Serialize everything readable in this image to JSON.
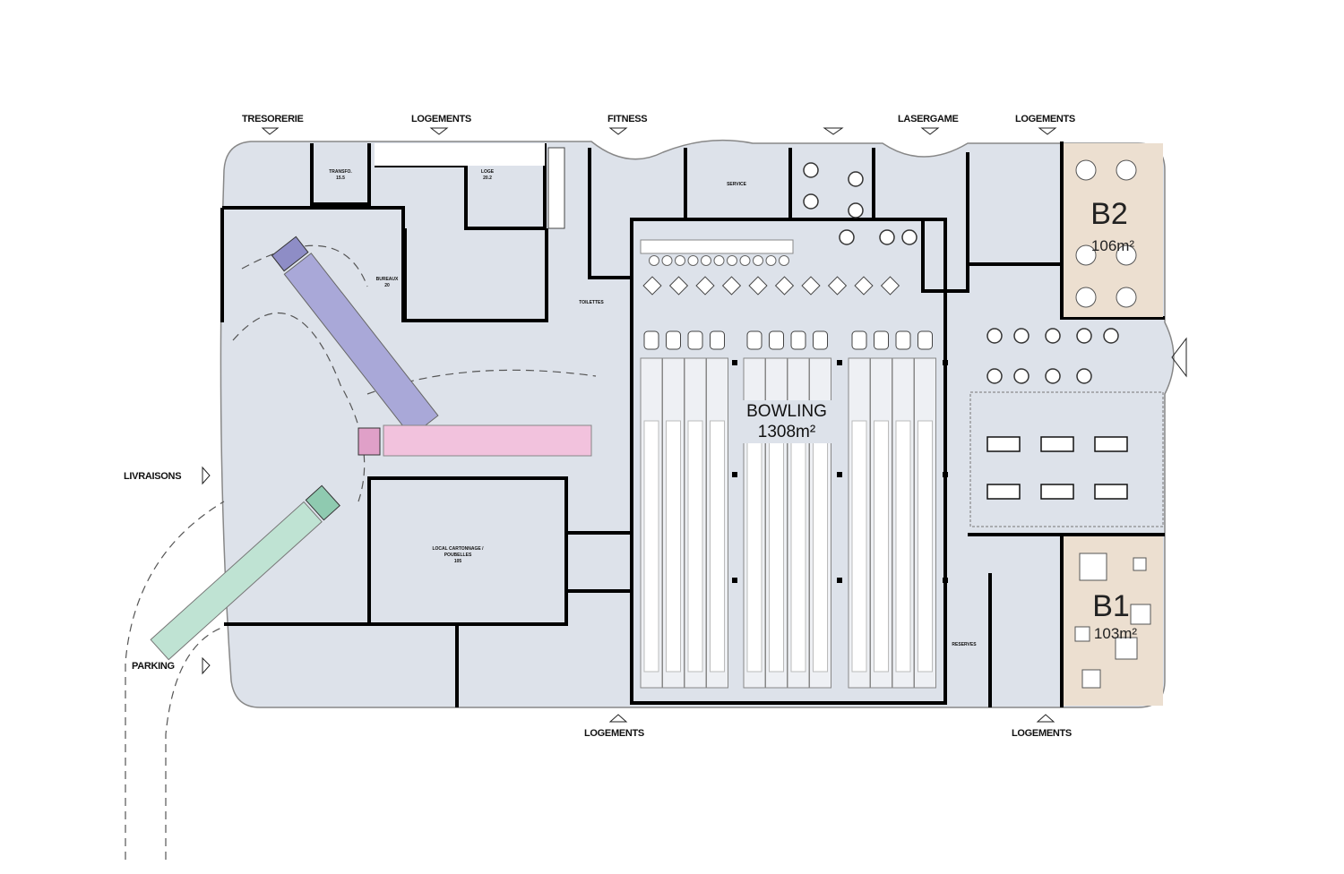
{
  "plan": {
    "colors": {
      "floor": "#dde2ea",
      "bay": "#ecdfd0",
      "truck_purple": "#a9a8d8",
      "truck_pink": "#f2c2dd",
      "truck_green": "#bfe3d3",
      "wall": "#000000"
    },
    "access_labels": {
      "tresorerie": "TRESORERIE",
      "logements_top_left": "LOGEMENTS",
      "fitness": "FITNESS",
      "lasergame": "LASERGAME",
      "logements_top_right": "LOGEMENTS",
      "livraisons": "LIVRAISONS",
      "parking": "PARKING",
      "logements_bottom_left": "LOGEMENTS",
      "logements_bottom_right": "LOGEMENTS"
    },
    "rooms": {
      "transfo": {
        "name": "TRANSFO.",
        "area": "15.5"
      },
      "loge": {
        "name": "LOGE",
        "area": "20.2"
      },
      "bureaux": {
        "name": "BUREAUX",
        "area": "20"
      },
      "service": {
        "name": "SERVICE"
      },
      "toilettes": {
        "name": "TOILETTES"
      },
      "local": {
        "name": "LOCAL CARTONNAGE /",
        "name2": "POUBELLES",
        "area": "105"
      },
      "reserves": {
        "name": "RESERVES"
      },
      "bowling": {
        "name": "BOWLING",
        "area": "1308m²"
      },
      "b2": {
        "name": "B2",
        "area": "106m²"
      },
      "b1": {
        "name": "B1",
        "area": "103m²"
      }
    }
  }
}
